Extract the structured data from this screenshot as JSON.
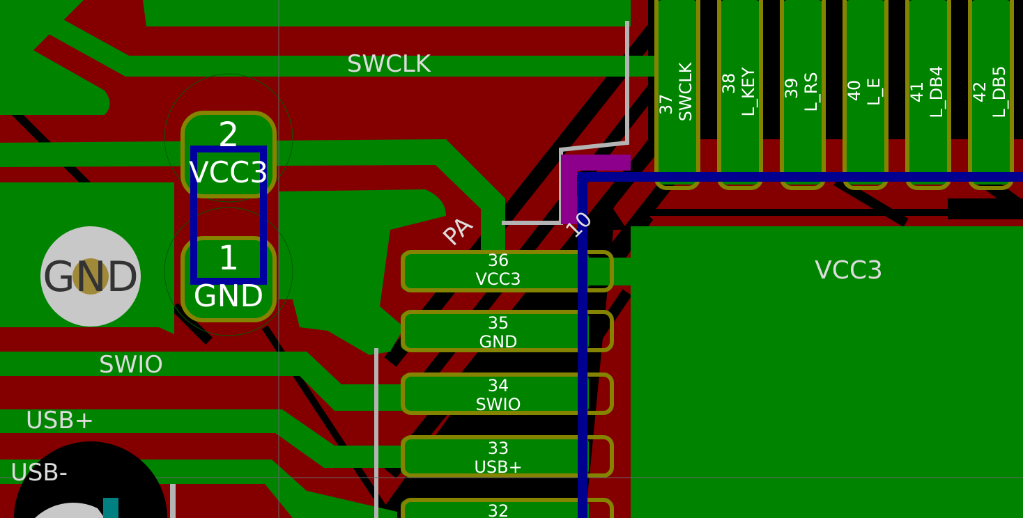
{
  "view": {
    "app": "PCB layout editor",
    "colors": {
      "background": "#000000",
      "copper_back": "#840000",
      "copper_front": "#008400",
      "pad_outline": "#848400",
      "silkscreen": "#dcdcdc",
      "courtyard": "#0000a0",
      "via": "#c8c8c8",
      "highlight": "#8c008c"
    }
  },
  "nets": {
    "swclk": "SWCLK",
    "swio": "SWIO",
    "usb_plus": "USB+",
    "usb_minus": "USB-",
    "vcc3_zone": "VCC3",
    "pa_partial": "PA",
    "partial_ref": "10"
  },
  "connector": {
    "pad2_number": "2",
    "pad2_net": "VCC3",
    "pad1_number": "1",
    "pad1_net": "GND"
  },
  "mounting_hole": {
    "label": "GND"
  },
  "ic_top_pads": [
    {
      "num": "37",
      "net": "SWCLK"
    },
    {
      "num": "38",
      "net": "L_KEY"
    },
    {
      "num": "39",
      "net": "L_RS"
    },
    {
      "num": "40",
      "net": "L_E"
    },
    {
      "num": "41",
      "net": "L_DB4"
    },
    {
      "num": "42",
      "net": "L_DB5"
    }
  ],
  "ic_left_pads": [
    {
      "num": "36",
      "net": "VCC3"
    },
    {
      "num": "35",
      "net": "GND"
    },
    {
      "num": "34",
      "net": "SWIO"
    },
    {
      "num": "33",
      "net": "USB+"
    },
    {
      "num": "32",
      "net": ""
    }
  ]
}
